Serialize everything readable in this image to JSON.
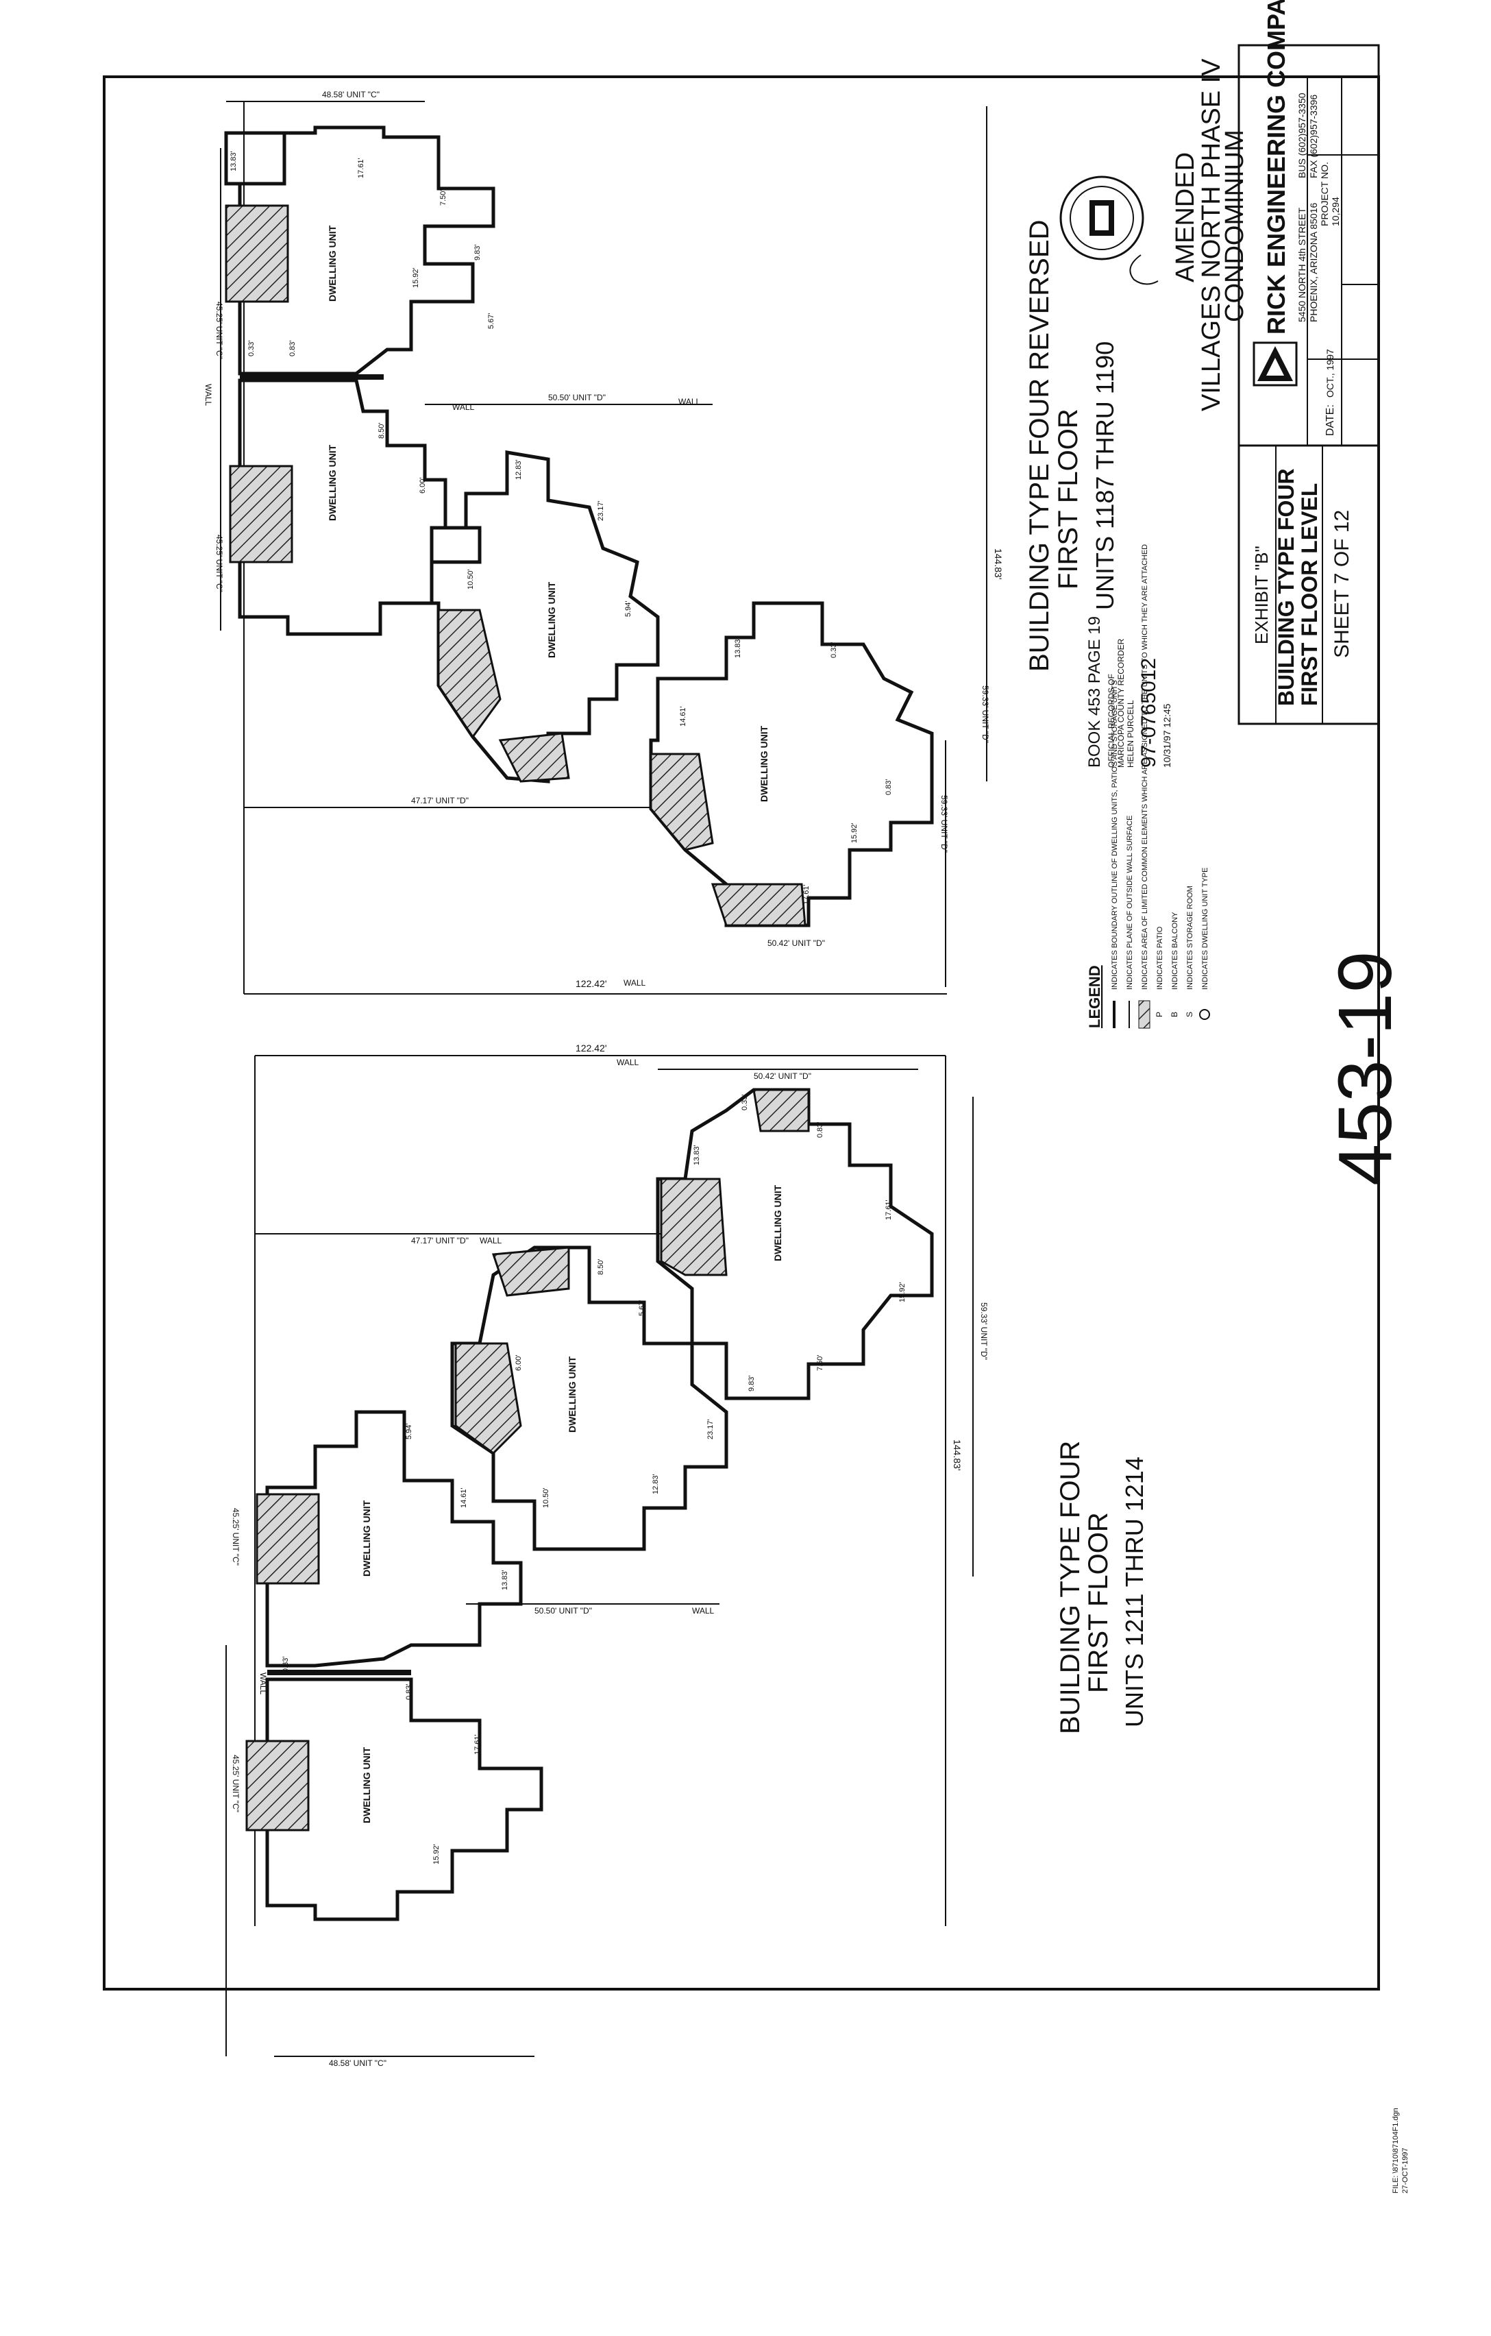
{
  "title_block": {
    "company": "RICK ENGINEERING COMPANY",
    "address_1": "5450 NORTH 4th STREET",
    "address_2": "PHOENIX, ARIZONA 85016",
    "phone_1": "BUS (602)957-3350",
    "phone_2": "FAX (602)957-3396",
    "project_label": "PROJECT NO.",
    "project_no": "10,294",
    "date_label": "DATE:",
    "date_value": "OCT., 1997",
    "amended": "AMENDED",
    "project_name_1": "VILLAGES NORTH PHASE IV",
    "project_name_2": "CONDOMINIUM",
    "exhibit": "EXHIBIT \"B\"",
    "sheet_title_1": "BUILDING TYPE FOUR",
    "sheet_title_2": "FIRST FLOOR LEVEL",
    "sheet_number": "SHEET 7 OF 12"
  },
  "recording": {
    "book_page": "BOOK 453 PAGE 19",
    "official": "OFFICIAL RECORDS OF",
    "county": "MARICOPA COUNTY RECORDER",
    "recorder": "HELEN PURCELL",
    "instrument": "97-0765012",
    "time": "10/31/97 12:45"
  },
  "handwritten_ref": "453-19",
  "plan_top": {
    "title_1": "BUILDING TYPE FOUR REVERSED",
    "title_2": "FIRST FLOOR",
    "units": "UNITS 1187 THRU 1190"
  },
  "plan_bottom": {
    "title_1": "BUILDING TYPE FOUR",
    "title_2": "FIRST FLOOR",
    "units": "UNITS 1211 THRU 1214"
  },
  "legend": {
    "title": "LEGEND",
    "items": [
      {
        "symbol": "line",
        "text": "INDICATES BOUNDARY OUTLINE OF DWELLING UNITS, PATIOS AND STORAGE UNITS"
      },
      {
        "symbol": "line",
        "text": "INDICATES PLANE OF OUTSIDE WALL SURFACE"
      },
      {
        "symbol": "hatch",
        "text": "INDICATES AREA OF LIMITED COMMON ELEMENTS WHICH ARE ASSIGNED TO THE UNITS TO WHICH THEY ARE ATTACHED"
      },
      {
        "symbol": "P",
        "text": "INDICATES PATIO"
      },
      {
        "symbol": "B",
        "text": "INDICATES BALCONY"
      },
      {
        "symbol": "S",
        "text": "INDICATES STORAGE ROOM"
      },
      {
        "symbol": "circle",
        "text": "INDICATES DWELLING UNIT TYPE"
      }
    ]
  },
  "drawing_labels": {
    "dwelling_unit": "DWELLING UNIT",
    "wall": "WALL",
    "patio": "P"
  },
  "dimensions_top": {
    "overall": "144.83'",
    "overall_2": "122.42'",
    "unit_c1": "45.25' UNIT \"C\"",
    "unit_c2": "45.25' UNIT \"C\"",
    "unit_c3": "48.58' UNIT \"C\"",
    "unit_d1": "50.50' UNIT \"D\"",
    "unit_d2": "47.17' UNIT \"D\"",
    "unit_d3": "59.33' UNIT \"D\"",
    "unit_d4": "50.42' UNIT \"D\"",
    "unit_d5": "59.33' UNIT \"D\""
  },
  "dimensions_bottom": {
    "overall": "144.83'",
    "overall_2": "122.42'",
    "unit_c1": "45.25' UNIT \"C\"",
    "unit_c2": "45.25' UNIT \"C\"",
    "unit_c3": "48.58' UNIT \"C\"",
    "unit_d1": "50.50' UNIT \"D\"",
    "unit_d2": "47.17' UNIT \"D\"",
    "unit_d3": "59.33' UNIT \"D\"",
    "unit_d4": "50.42' UNIT \"D\""
  },
  "small_dims": [
    "13.83'",
    "0.33'",
    "0.83'",
    "17.61'",
    "15.92'",
    "7.50'",
    "9.83'",
    "5.67'",
    "8.50'",
    "6.00'",
    "10.50'",
    "12.83'",
    "23.17'",
    "5.94'",
    "14.61'"
  ],
  "file_ref": "FILE: \\8710\\87104F1.dgn",
  "file_date": "27-OCT-1997"
}
